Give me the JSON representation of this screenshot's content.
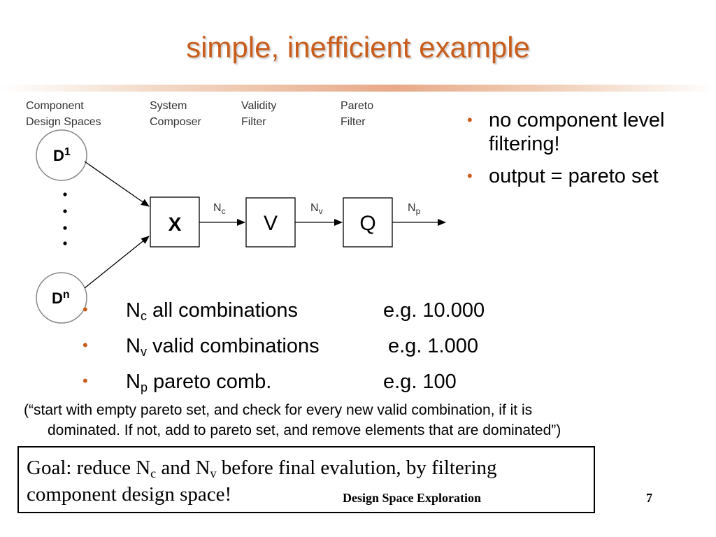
{
  "slide": {
    "title": "simple, inefficient example",
    "accent_color": "#c95d1c"
  },
  "diagram": {
    "stage_labels": [
      {
        "line1": "Component",
        "line2": "Design Spaces"
      },
      {
        "line1": "System",
        "line2": "Composer"
      },
      {
        "line1": "Validity",
        "line2": "Filter"
      },
      {
        "line1": "Pareto",
        "line2": "Filter"
      }
    ],
    "d1": {
      "base": "D",
      "sup": "1"
    },
    "dn": {
      "base": "D",
      "sup": "n"
    },
    "boxes": [
      "X",
      "V",
      "Q"
    ],
    "edges": [
      {
        "base": "N",
        "sub": "c"
      },
      {
        "base": "N",
        "sub": "v"
      },
      {
        "base": "N",
        "sub": "p"
      }
    ]
  },
  "right_bullets": [
    "no component level filtering!",
    "output = pareto set"
  ],
  "counts": [
    {
      "sym": "N",
      "sub": "c",
      "desc": " all combinations",
      "eg": "e.g. 10.000"
    },
    {
      "sym": "N",
      "sub": "v",
      "desc": " valid combinations",
      "eg": "e.g. 1.000"
    },
    {
      "sym": "N",
      "sub": "p",
      "desc": " pareto comb.",
      "eg": "e.g. 100"
    }
  ],
  "note": {
    "line1": "(“start with empty pareto set, and check for every new valid combination, if it is",
    "line2": "dominated. If not, add to pareto set, and remove elements that are dominated”)"
  },
  "goal": {
    "p1": "Goal: reduce N",
    "s1": "c",
    "p2": " and N",
    "s2": "v",
    "p3": " before final evalution, by filtering",
    "line2": "component design space!"
  },
  "footer": {
    "text": "Design Space Exploration",
    "page": "7"
  }
}
